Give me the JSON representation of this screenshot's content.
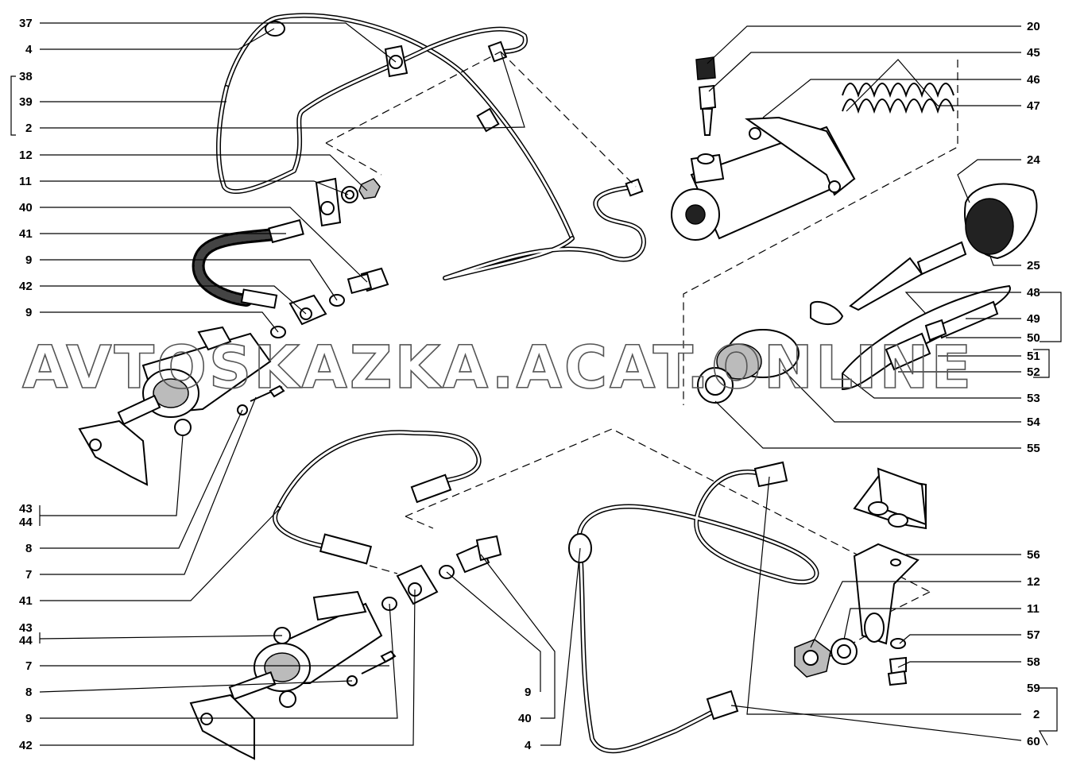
{
  "watermark": "AVTOSKAZKA.ACAT.ONLINE",
  "callouts_left": [
    "37",
    "4",
    "38",
    "39",
    "2",
    "12",
    "11",
    "40",
    "41",
    "9",
    "42",
    "9"
  ],
  "callouts_left_bottom": [
    "43",
    "44",
    "8",
    "7",
    "41",
    "43",
    "44",
    "7",
    "8",
    "9",
    "42"
  ],
  "callouts_right_top": [
    "20",
    "45",
    "46",
    "47",
    "24",
    "25"
  ],
  "callouts_right_mid": [
    "48",
    "49",
    "50",
    "51",
    "52",
    "53",
    "54",
    "55"
  ],
  "callouts_right_bottom": [
    "56",
    "12",
    "11",
    "57",
    "58",
    "59",
    "2",
    "60"
  ],
  "callouts_center_bottom": [
    "9",
    "40",
    "4"
  ]
}
